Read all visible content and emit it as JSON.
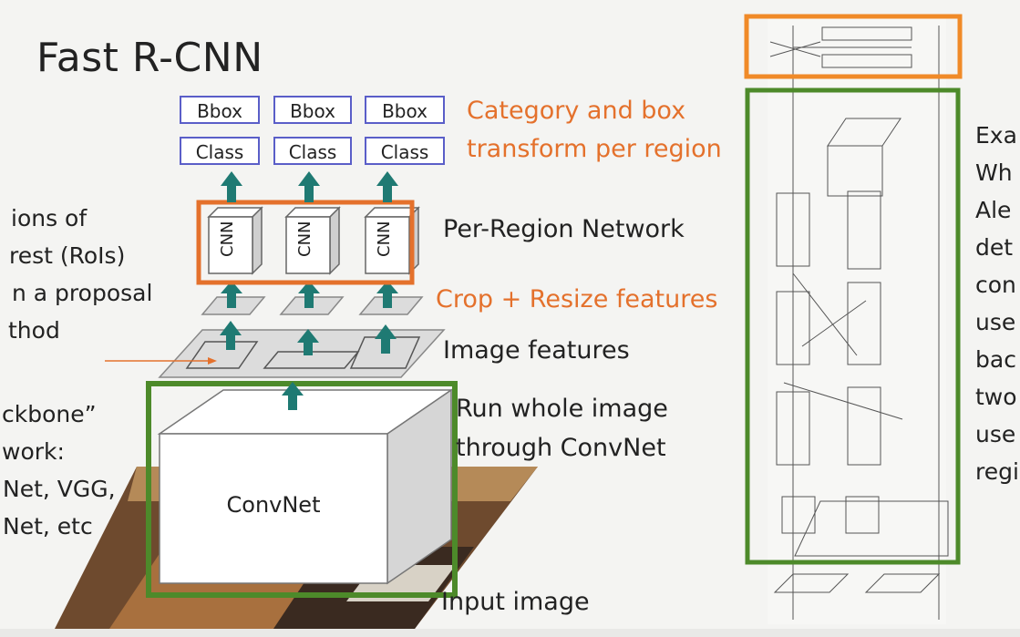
{
  "slide": {
    "title": "Fast R-CNN",
    "top_boxes": [
      {
        "bbox": "Bbox",
        "class": "Class"
      },
      {
        "bbox": "Bbox",
        "class": "Class"
      },
      {
        "bbox": "Bbox",
        "class": "Class"
      }
    ],
    "cnn_label": "CNN",
    "convnet_label": "ConvNet",
    "labels": {
      "category": [
        "Category and box",
        "transform per region"
      ],
      "per_region": "Per-Region Network",
      "crop": "Crop + Resize features",
      "image_features": "Image features",
      "run_whole": [
        "Run whole image",
        "through ConvNet"
      ],
      "input_image": "Input image"
    },
    "left_text": {
      "rois": [
        "ions of",
        "rest (RoIs)",
        "n a proposal",
        "thod"
      ],
      "backbone": [
        "ckbone”",
        "work:",
        "Net, VGG,",
        "Net, etc"
      ]
    },
    "right_text": [
      "Exa",
      "Wh",
      "Ale",
      "det",
      "con",
      "use",
      "bac",
      "two",
      "use",
      "regi"
    ],
    "colors": {
      "orange": "#e4712c",
      "green": "#4d8a2a",
      "teal": "#1f7a73",
      "box_border": "#5a5ec8"
    }
  }
}
